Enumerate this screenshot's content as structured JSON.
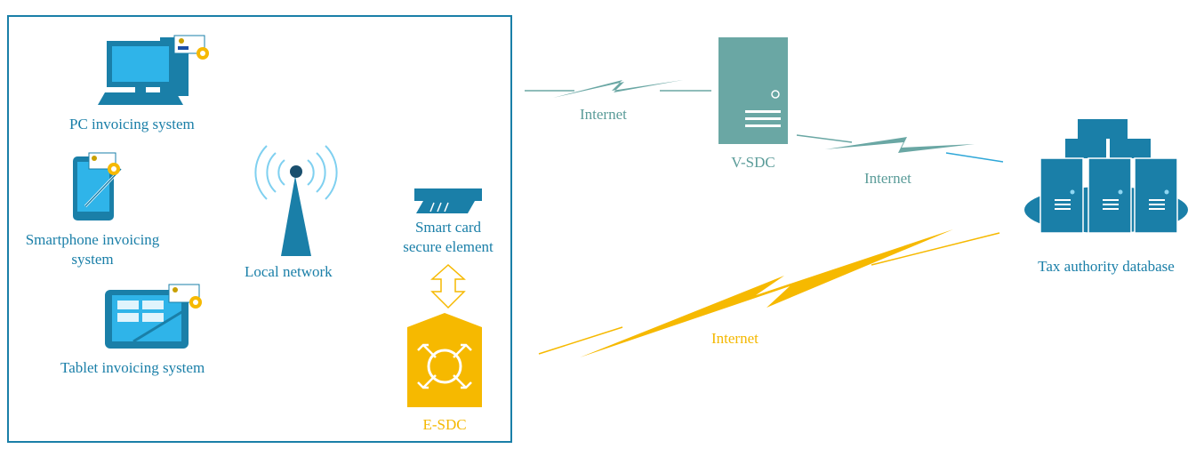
{
  "local_zone": {
    "pc_label": "PC invoicing system",
    "smartphone_label_line1": "Smartphone invoicing",
    "smartphone_label_line2": "system",
    "tablet_label": "Tablet invoicing system",
    "network_label": "Local network",
    "smartcard_label_line1": "Smart card",
    "smartcard_label_line2": "secure element",
    "esdc_label": "E-SDC"
  },
  "links": {
    "internet_1": "Internet",
    "internet_2": "Internet",
    "internet_3": "Internet"
  },
  "vsdc_label": "V-SDC",
  "tax_label": "Tax authority database",
  "colors": {
    "blue": "#1a7fa8",
    "light_blue": "#2fb4e9",
    "teal": "#6aa7a4",
    "gold": "#f6b900"
  },
  "icons": [
    "pc-icon",
    "smartphone-icon",
    "tablet-icon",
    "antenna-icon",
    "smart-card-reader-icon",
    "bidirectional-arrow-icon",
    "esdc-device-icon",
    "server-icon",
    "database-servers-icon",
    "lightning-link-icon"
  ]
}
